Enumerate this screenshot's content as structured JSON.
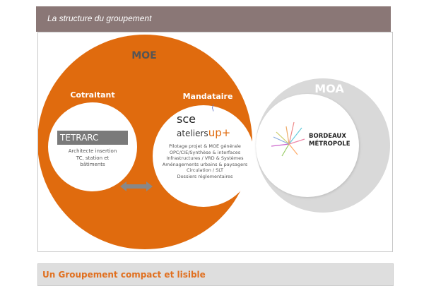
{
  "header": {
    "title": "La structure du groupement"
  },
  "diagram": {
    "moe": {
      "label": "MOE",
      "color": "#e06b0e"
    },
    "moa": {
      "label": "MOA",
      "color": "#d9d9d9"
    },
    "cotraitant": {
      "label": "Cotraitant",
      "company": "TETRARC",
      "roles": [
        "Architecte insertion",
        "TC, station et",
        "bâtiments"
      ]
    },
    "mandataire": {
      "label": "Mandataire",
      "logo_top": "sce",
      "logo_a": "ateliers",
      "logo_b": "up+",
      "roles": [
        "Pilotage projet & MOE générale",
        "OPC/CIE/Synthèse & interfaces",
        "Infrastructures / VRD & Systèmes",
        "Aménagements urbains & paysagers",
        "Circulation / SLT",
        "Dossiers réglementaires"
      ]
    },
    "client": {
      "line1": "BORDEAUX",
      "line2": "MÉTROPOLE"
    }
  },
  "footer": {
    "title": "Un Groupement compact et lisible"
  }
}
